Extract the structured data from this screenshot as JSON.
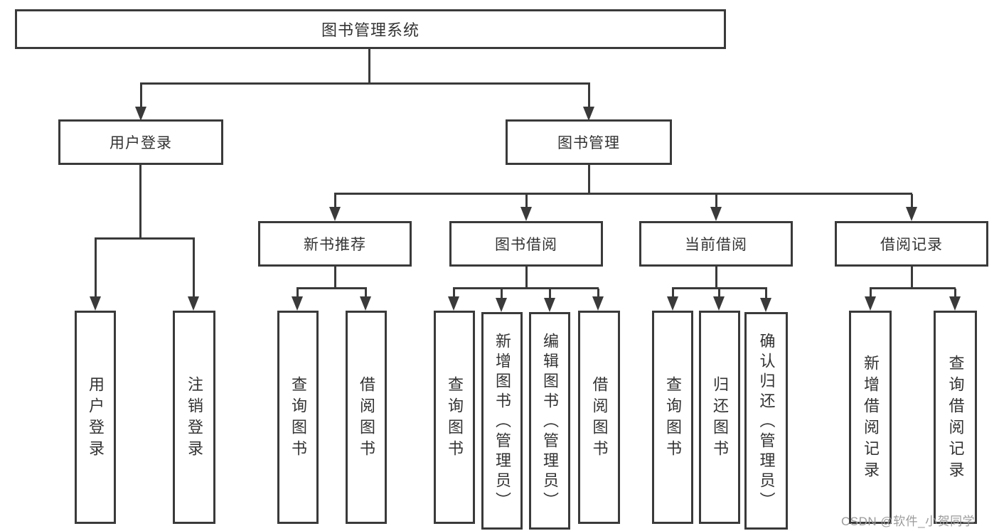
{
  "diagram_title": "图书管理系统",
  "watermark": "CSDN @软件_小贺同学",
  "colors": {
    "line": "#3a3a3a",
    "text": "#333333",
    "watermark_text": "#9b9b9b",
    "background": "#ffffff"
  },
  "nodes": {
    "root": "图书管理系统",
    "login": "用户登录",
    "management": "图书管理",
    "recommend": "新书推荐",
    "borrow": "图书借阅",
    "current": "当前借阅",
    "records": "借阅记录",
    "login_children": [
      "用户登录",
      "注销登录"
    ],
    "recommend_children": [
      "查询图书",
      "借阅图书"
    ],
    "borrow_children": [
      "查询图书",
      "新增图书（管理员）",
      "编辑图书（管理员）",
      "借阅图书"
    ],
    "current_children": [
      "查询图书",
      "归还图书",
      "确认归还（管理员）"
    ],
    "records_children": [
      "新增借阅记录",
      "查询借阅记录"
    ]
  }
}
